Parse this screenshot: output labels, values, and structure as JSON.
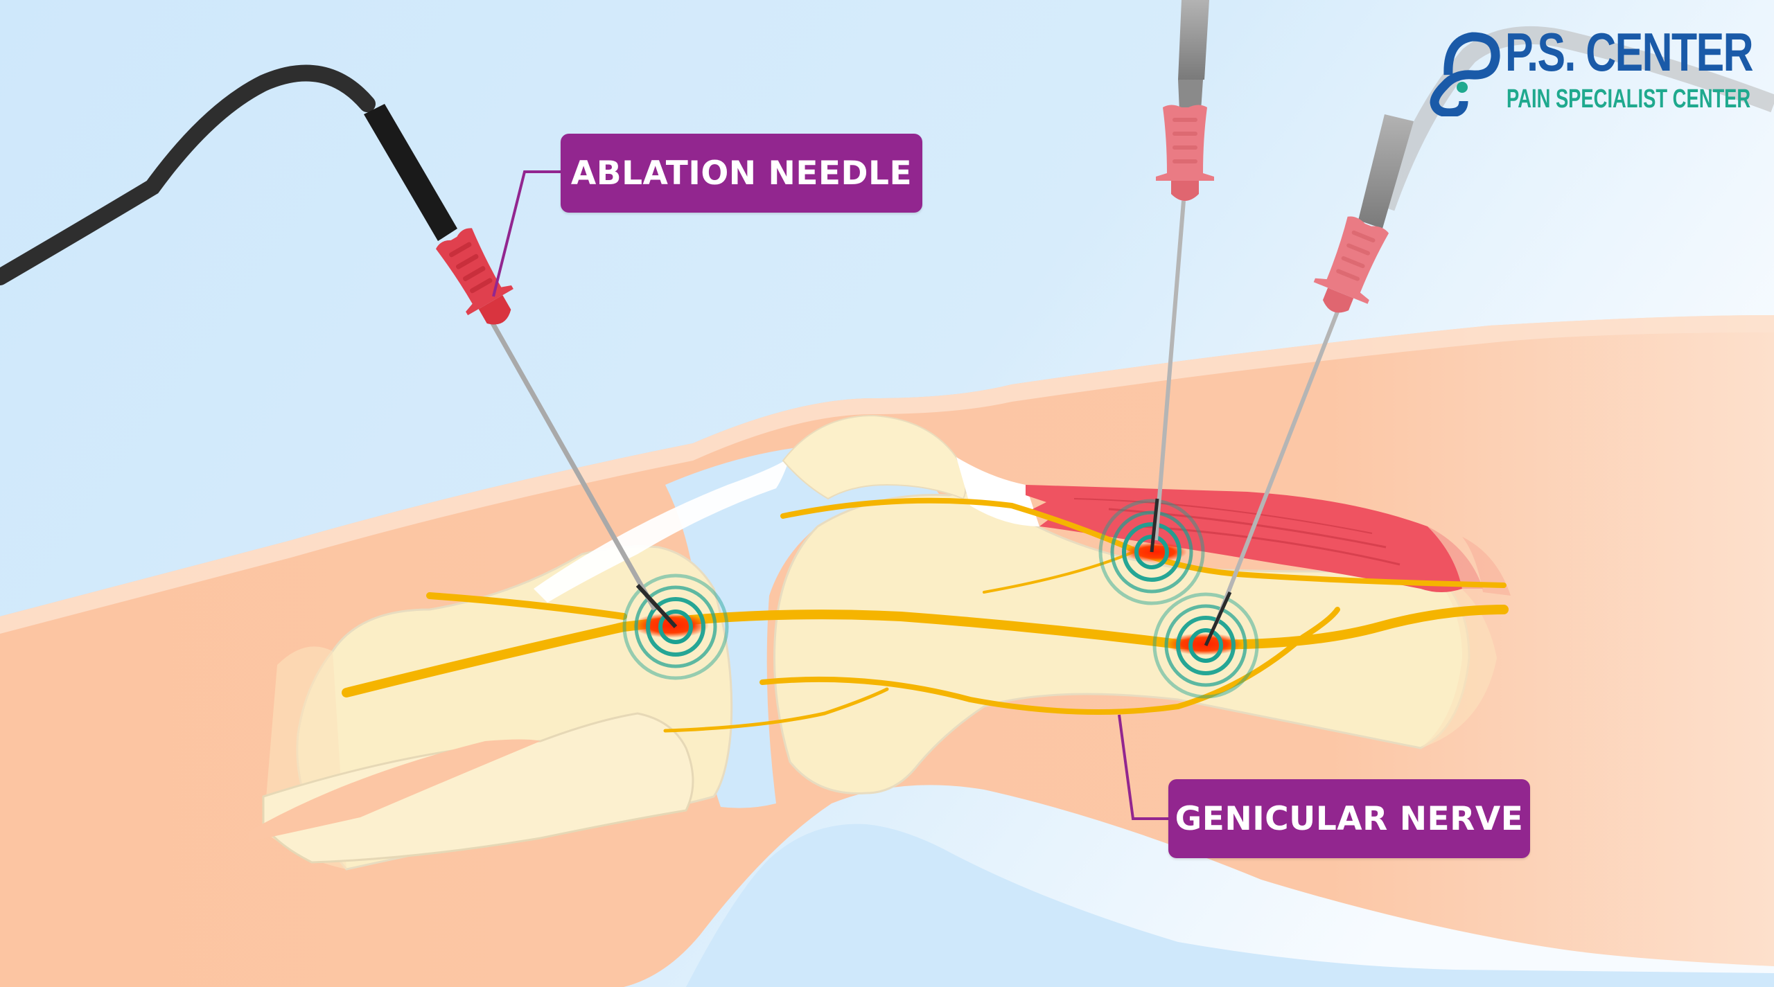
{
  "illustration": {
    "subject": "Genicular nerve radiofrequency ablation of the knee",
    "needle_count": 3,
    "ablation_targets": 3
  },
  "labels": {
    "ablation_needle": "ABLATION NEEDLE",
    "genicular_nerve": "GENICULAR NERVE"
  },
  "logo": {
    "title": "P.S. CENTER",
    "subtitle": "PAIN SPECIALIST CENTER",
    "icon": "infinity-loop-icon"
  },
  "colors": {
    "background": "#cfe8fb",
    "skin": "#fcc6a4",
    "bone": "#fcefc8",
    "muscle": "#ef5361",
    "nerve": "#f5b400",
    "heat": "#ff2a00",
    "rings": "#1aa192",
    "label_bg": "#92268f",
    "label_text": "#ffffff",
    "needle_handle_active": "#e0404e",
    "needle_handle": "#ea7b84",
    "cable": "#2e2e2e",
    "logo_primary": "#1a5aa8",
    "logo_secondary": "#1fa98e"
  }
}
